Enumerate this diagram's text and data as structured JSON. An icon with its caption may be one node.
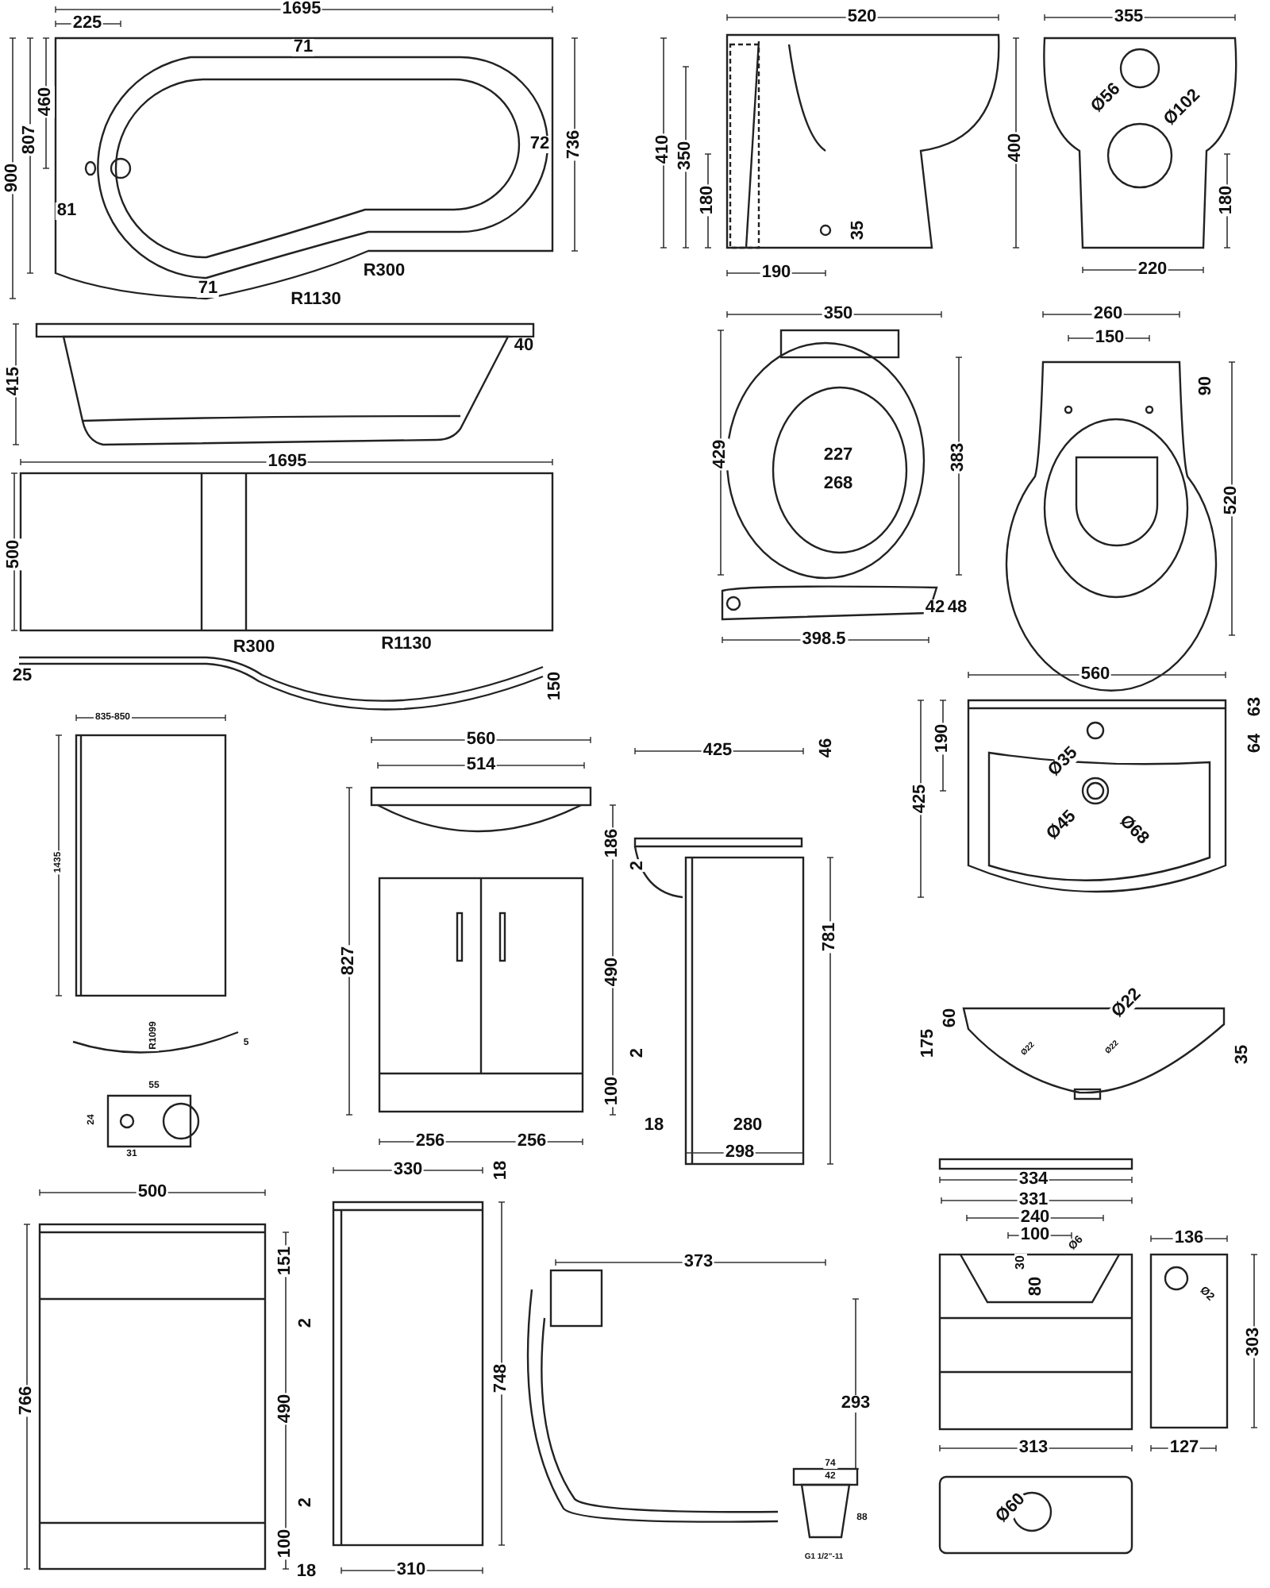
{
  "diagram": {
    "labels": [
      "1695",
      "225",
      "71",
      "460",
      "807",
      "900",
      "72",
      "736",
      "81",
      "71",
      "R300",
      "R1130",
      "40",
      "415",
      "1695",
      "500",
      "R300",
      "R1130",
      "25",
      "150",
      "520",
      "410",
      "350",
      "180",
      "35",
      "190",
      "400",
      "355",
      "Ø56",
      "Ø102",
      "180",
      "220",
      "350",
      "429",
      "227",
      "268",
      "383",
      "42",
      "48",
      "398.5",
      "260",
      "150",
      "90",
      "520",
      "835-850",
      "1435",
      "R1099",
      "5",
      "55",
      "24",
      "31",
      "560",
      "514",
      "827",
      "186",
      "2",
      "490",
      "2",
      "100",
      "256",
      "256",
      "425",
      "46",
      "781",
      "18",
      "280",
      "298",
      "560",
      "190",
      "425",
      "Ø35",
      "Ø45",
      "Ø68",
      "63",
      "64",
      "Ø22",
      "60",
      "175",
      "Ø22",
      "Ø22",
      "35",
      "500",
      "766",
      "151",
      "2",
      "490",
      "2",
      "100",
      "18",
      "330",
      "18",
      "748",
      "310",
      "373",
      "293",
      "74",
      "42",
      "88",
      "G1 1/2\"-11",
      "334",
      "331",
      "240",
      "100",
      "Ø6",
      "30",
      "80",
      "136",
      "Ø2",
      "303",
      "313",
      "127",
      "Ø60"
    ]
  }
}
